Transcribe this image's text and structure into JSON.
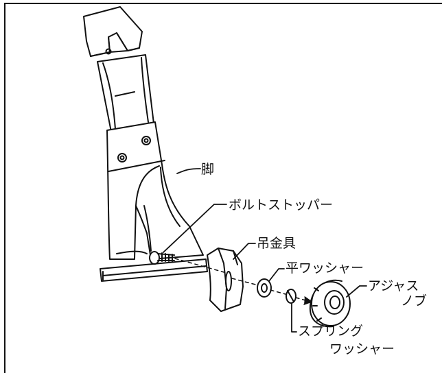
{
  "labels": {
    "leg": "脚",
    "bolt_stopper": "ボルトストッパー",
    "hanger": "吊金具",
    "flat_washer": "平ワッシャー",
    "adjust_knob_1": "アジャス",
    "adjust_knob_2": "ノブ",
    "spring_washer_1": "スプリング",
    "spring_washer_2": "ワッシャー"
  }
}
